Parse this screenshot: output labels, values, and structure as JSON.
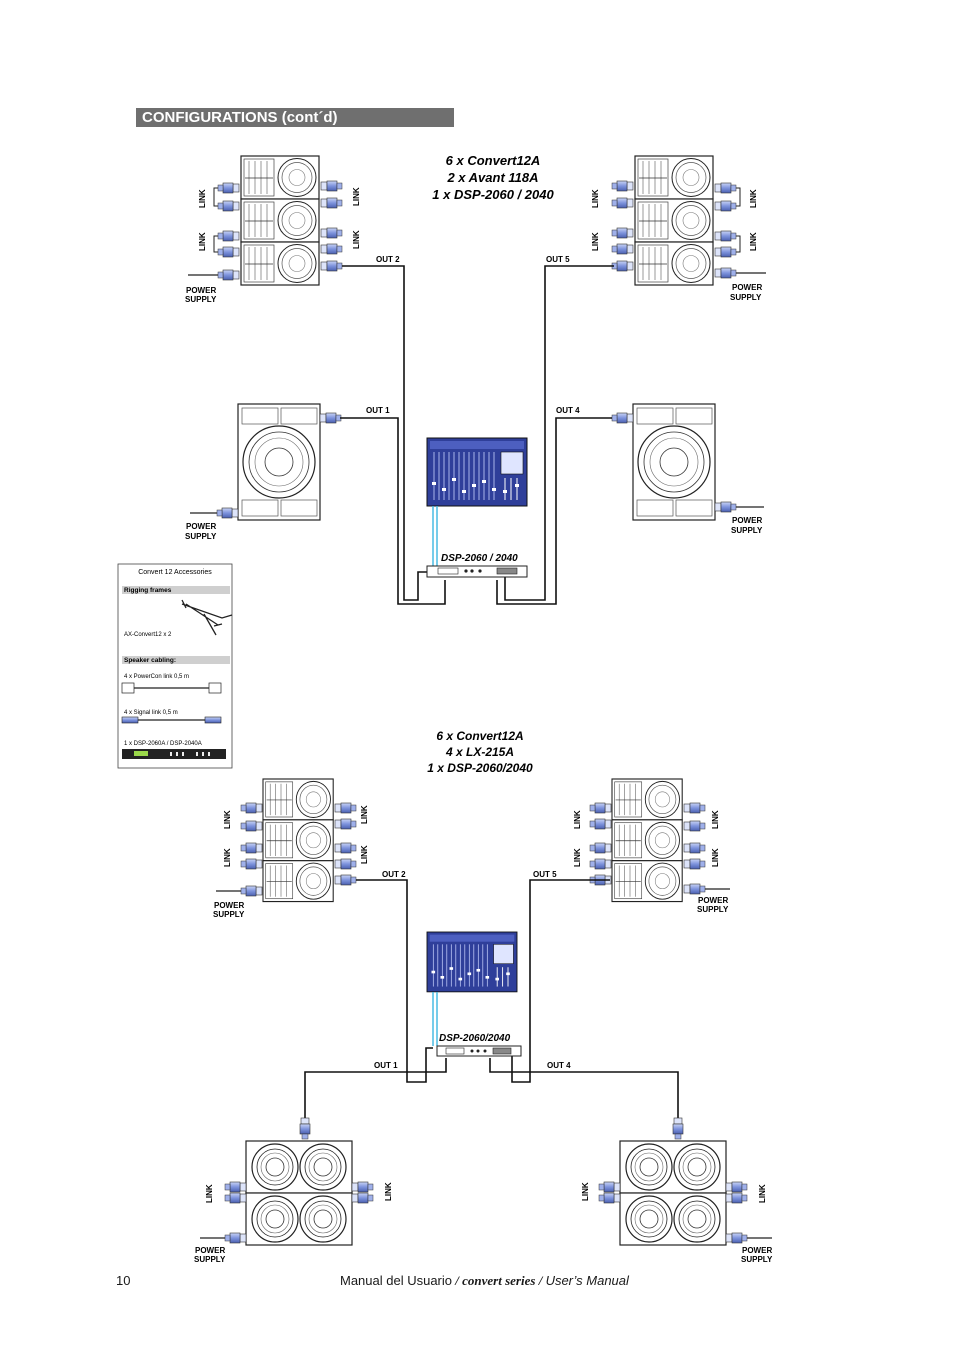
{
  "header": {
    "title": "CONFIGURATIONS (cont´d)"
  },
  "config_top": {
    "title_lines": [
      "6 x Convert12A",
      "2 x Avant 118A",
      "1 x DSP-2060 / 2040"
    ],
    "outputs": [
      "OUT 2",
      "OUT 5",
      "OUT 1",
      "OUT 4"
    ],
    "dsp_label": "DSP-2060 / 2040",
    "link_label": "LINK",
    "power_label": [
      "POWER",
      "SUPPLY"
    ]
  },
  "config_bottom": {
    "title_lines": [
      "6 x Convert12A",
      "4 x LX-215A",
      "1 x DSP-2060/2040"
    ],
    "outputs": [
      "OUT 2",
      "OUT 5",
      "OUT 1",
      "OUT 4"
    ],
    "dsp_label": "DSP-2060/2040"
  },
  "accessories": {
    "title": "Convert  12  Accessories",
    "section_rigging": "Rigging frames",
    "rigging_item": "AX-Convert12  x  2",
    "section_cabling": "Speaker cabling:",
    "cable_power": "4  x  PowerCon  link  0,5  m",
    "cable_signal": "4  x  Signal  link  0,5  m",
    "processor": "1  x  DSP-2060A  /  DSP-2040A"
  },
  "footer": {
    "page_number": "10",
    "text_es": "Manual  del  Usuario",
    "slash1": " / ",
    "series": "convert series",
    "slash2": " / ",
    "text_en": "User’s  Manual"
  },
  "colors": {
    "header_bg": "#6f6f6f",
    "mixer_blue": "#2f3f9a",
    "connector_blue": "#8fa6e6",
    "dsp_cable": "#3bb6e0"
  }
}
